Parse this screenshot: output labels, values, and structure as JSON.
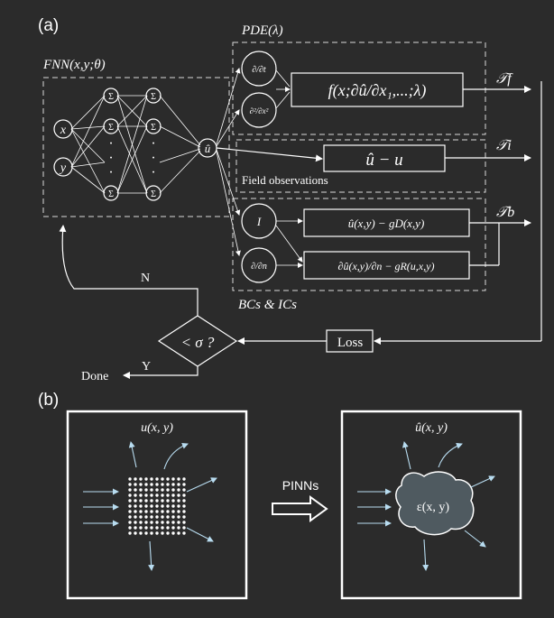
{
  "panel_a": {
    "label": "(a)",
    "fnn_label": "FNN(x,y;θ)",
    "pde_label": "PDE(λ)",
    "input_x": "x",
    "input_y": "y",
    "sigma": "Σ",
    "dots": "·",
    "output": "û",
    "op_dt": "∂/∂t",
    "op_dx": "∂²/∂x²",
    "pde_residual": "f(x;∂û/∂x₁,...;λ)",
    "loss_f": "𝒯f",
    "loss_i": "𝒯i",
    "loss_b": "𝒯b",
    "observation_box": "û − u",
    "field_observations": "Field observations",
    "op_identity": "I",
    "op_dn": "∂/∂n",
    "dirichlet_box": "û(x,y) − gD(x,y)",
    "robin_box": "∂û(x,y)/∂n − gR(u,x,y)",
    "bcs_label": "BCs & ICs",
    "loss_box": "Loss",
    "decision": "< σ ?",
    "branch_no": "N",
    "branch_yes": "Y",
    "done": "Done"
  },
  "panel_b": {
    "label": "(b)",
    "left_title": "u(x, y)",
    "right_title": "û(x, y)",
    "arrow_label": "PINNs",
    "region_label": "ε(x, y)"
  },
  "colors": {
    "background": "#2b2b2b",
    "foreground": "#ffffff",
    "arrow_blue": "#b8dcf0",
    "region_fill": "#4f5a60"
  }
}
